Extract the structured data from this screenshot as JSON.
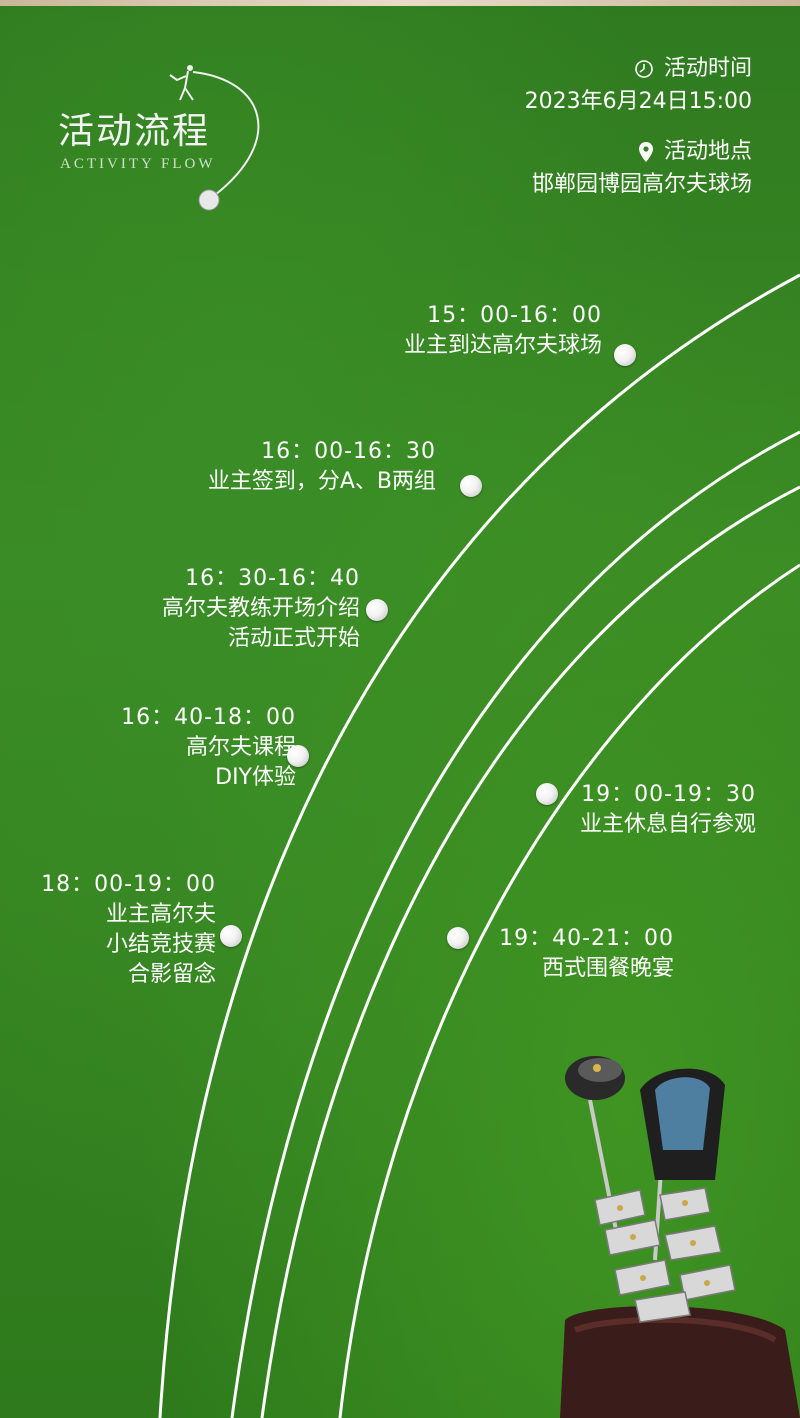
{
  "header": {
    "title_cn": "活动流程",
    "title_en": "ACTIVITY FLOW"
  },
  "info": {
    "time_label": "活动时间",
    "time_value": "2023年6月24日15:00",
    "location_label": "活动地点",
    "location_value": "邯郸园博园高尔夫球场",
    "icons": [
      "clock-icon",
      "location-pin-icon"
    ]
  },
  "events": [
    {
      "time": "15：00-16：00",
      "desc": [
        "业主到达高尔夫球场"
      ]
    },
    {
      "time": "16：00-16：30",
      "desc": [
        "业主签到，分A、B两组"
      ]
    },
    {
      "time": "16：30-16：40",
      "desc": [
        "高尔夫教练开场介绍",
        "活动正式开始"
      ]
    },
    {
      "time": "16：40-18：00",
      "desc": [
        "高尔夫课程",
        "DIY体验"
      ]
    },
    {
      "time": "18：00-19：00",
      "desc": [
        "业主高尔夫",
        "小结竞技赛",
        "合影留念"
      ]
    },
    {
      "time": "19：00-19：30",
      "desc": [
        "业主休息自行参观"
      ]
    },
    {
      "time": "19：40-21：00",
      "desc": [
        "西式围餐晚宴"
      ]
    }
  ],
  "colors": {
    "background": "#348224",
    "text": "#ffffff",
    "track": "#ffffff"
  }
}
